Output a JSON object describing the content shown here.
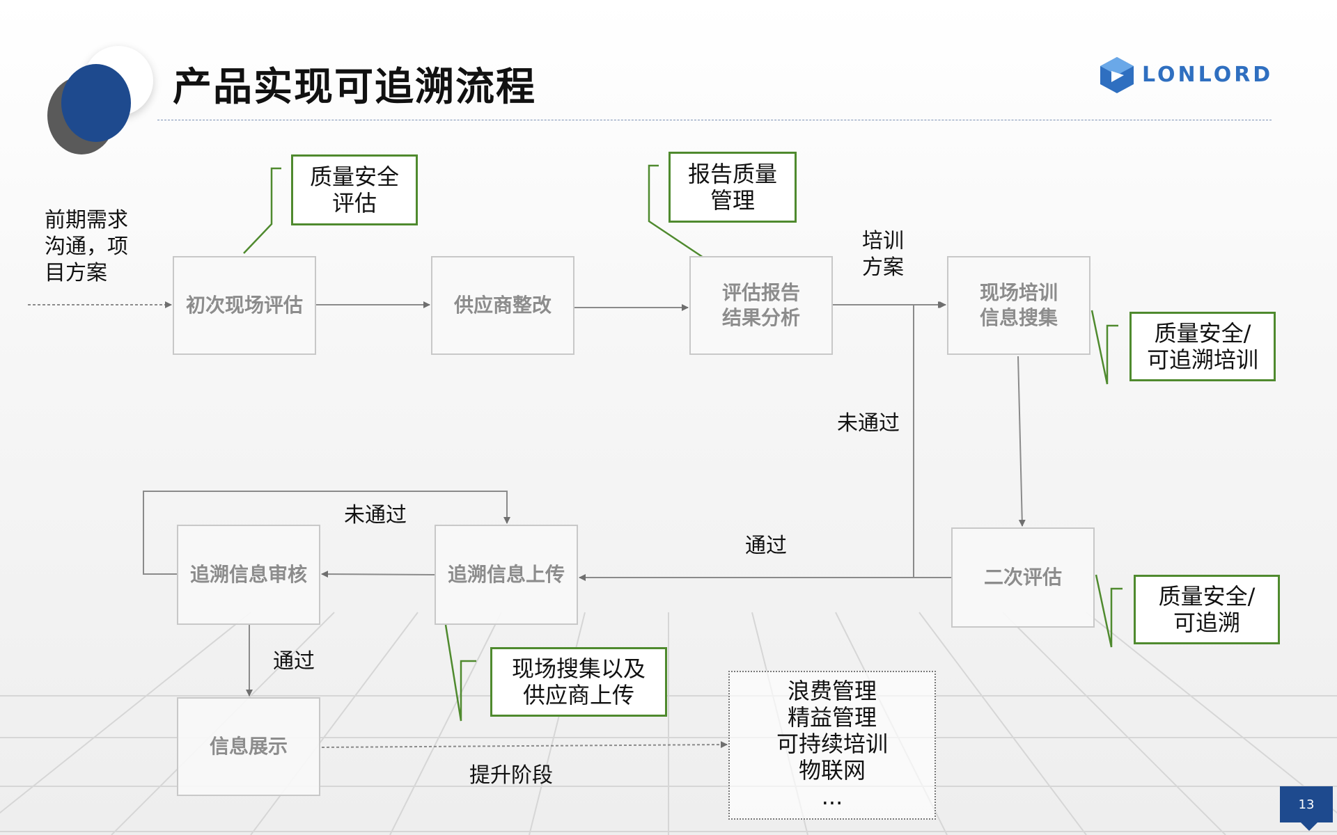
{
  "title": "产品实现可追溯流程",
  "logo": {
    "text": "LONLORD"
  },
  "page_number": "13",
  "nodes": {
    "initial_eval": "初次现场评估",
    "supplier_fix": "供应商整改",
    "report_analysis": "评估报告\n结果分析",
    "training_collect": "现场培训\n信息搜集",
    "second_eval": "二次评估",
    "trace_upload": "追溯信息上传",
    "trace_review": "追溯信息审核",
    "info_display": "信息展示"
  },
  "notes": {
    "quality_eval": "质量安全\n评估",
    "report_quality": "报告质量\n管理",
    "quality_trace_training": "质量安全/\n可追溯培训",
    "quality_trace": "质量安全/\n可追溯",
    "onsite_supplier_upload": "现场搜集以及\n供应商上传"
  },
  "labels": {
    "prelim": "前期需求\n沟通，项\n目方案",
    "training_plan": "培训\n方案",
    "not_passed_right": "未通过",
    "passed_mid": "通过",
    "not_passed_left": "未通过",
    "passed_left": "通过",
    "upgrade_stage": "提升阶段"
  },
  "improvement_items": [
    "浪费管理",
    "精益管理",
    "可持续培训",
    "物联网",
    "..."
  ],
  "colors": {
    "accent_blue": "#1e4a8e",
    "note_border": "#4f8a2e",
    "node_text": "#8c8c8c"
  }
}
